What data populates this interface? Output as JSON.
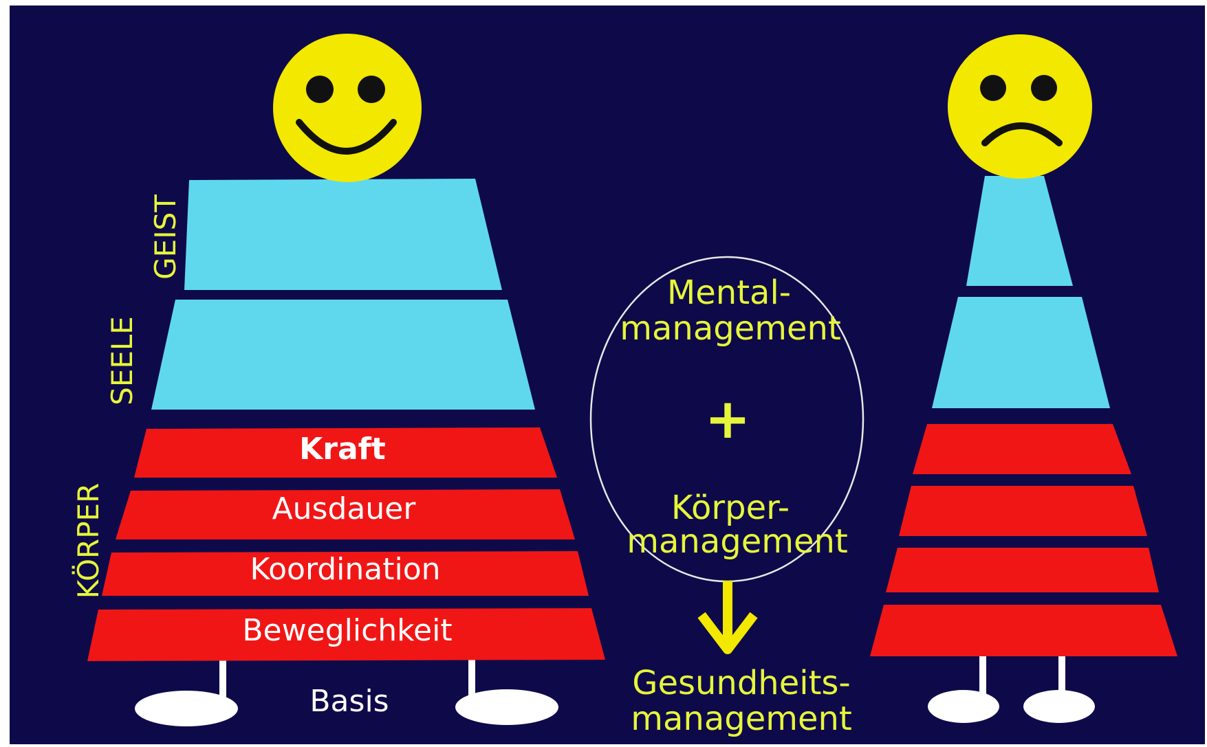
{
  "colors": {
    "background": "#0e0a4a",
    "face": "#f2e800",
    "light_segment": "#5fd8ee",
    "red_segment": "#f01616",
    "label_yellow": "#e6f53a",
    "label_white": "#ffffff",
    "feet": "#ffffff",
    "ellipse_outline": "#e8e8e8",
    "arrow": "#f2e800",
    "face_features": "#111111"
  },
  "left_figure": {
    "face": "smiling",
    "side_labels": {
      "geist": "GEIST",
      "seele": "SEELE",
      "koerper": "KÖRPER"
    },
    "segments": {
      "kraft": "Kraft",
      "ausdauer": "Ausdauer",
      "koordination": "Koordination",
      "beweglichkeit": "Beweglichkeit"
    },
    "base_label": "Basis"
  },
  "right_figure": {
    "face": "frowning"
  },
  "center": {
    "mental_line1": "Mental-",
    "mental_line2": "management",
    "plus": "+",
    "koerper_line1": "Körper-",
    "koerper_line2": "management",
    "result_line1": "Gesundheits-",
    "result_line2": "management"
  }
}
